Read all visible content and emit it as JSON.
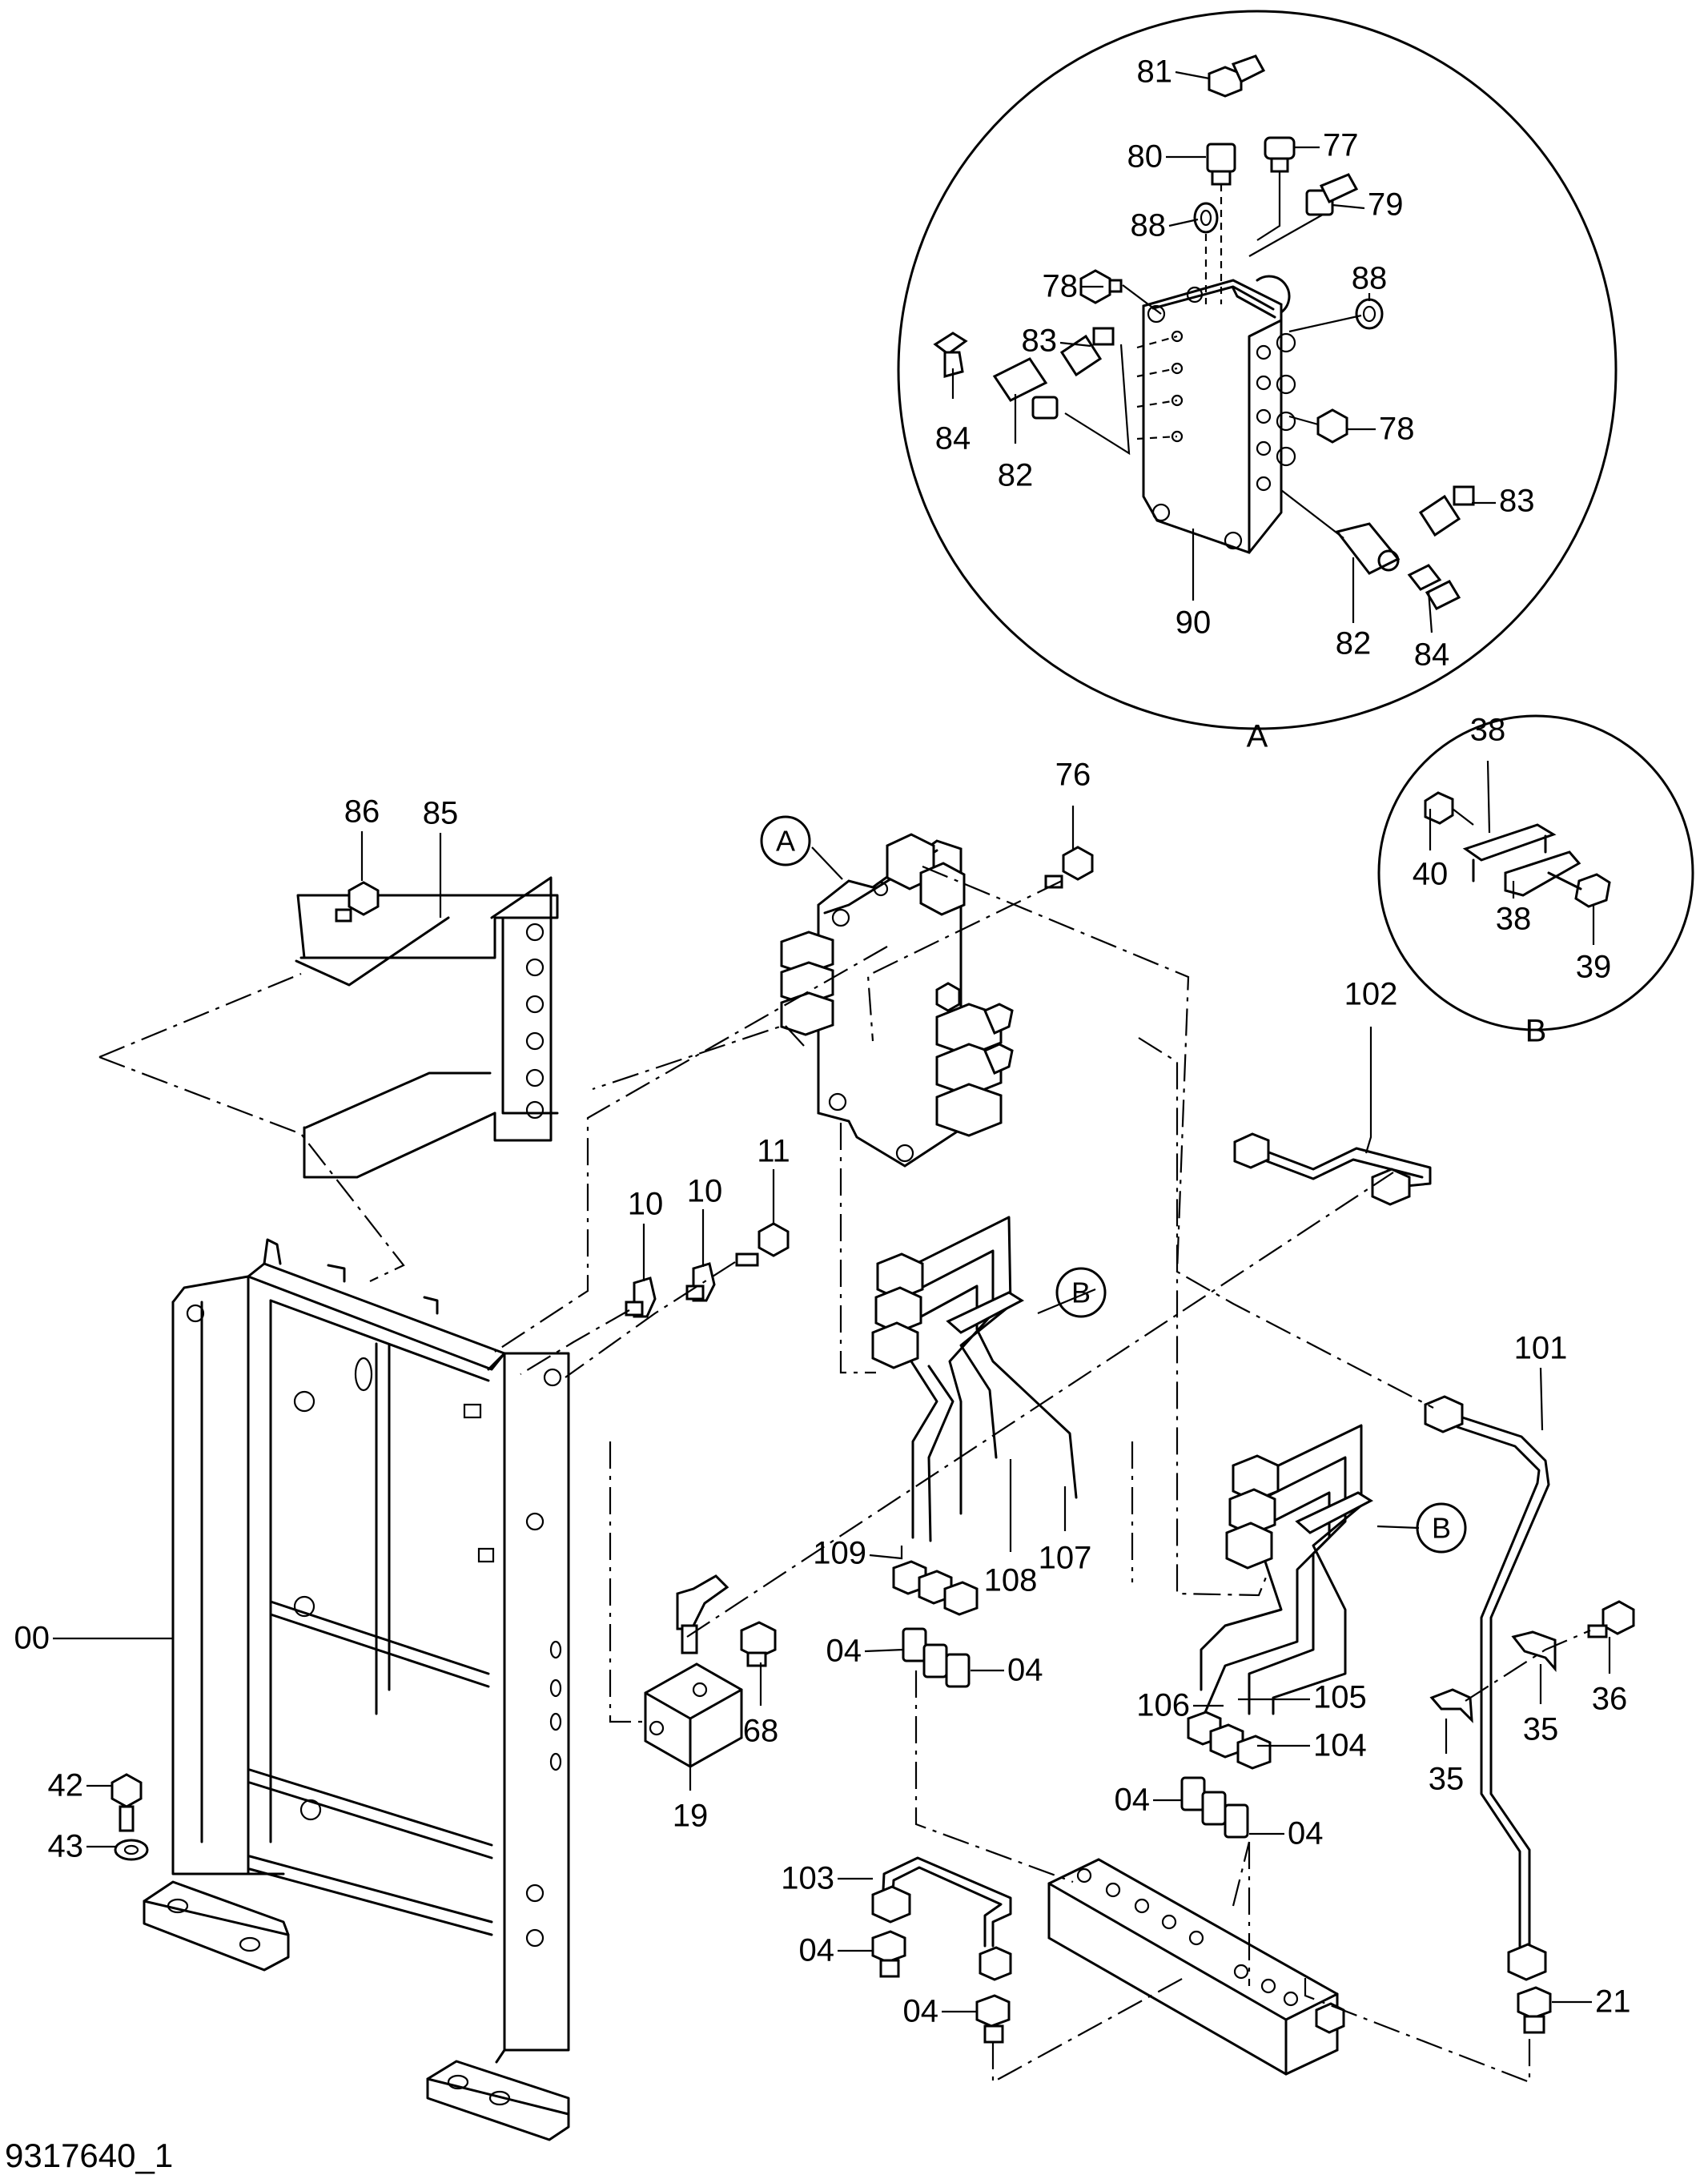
{
  "drawing_number": "9317640_1",
  "detail_views": [
    {
      "id": "A",
      "label": "A"
    },
    {
      "id": "B",
      "label": "B"
    }
  ],
  "callouts": [
    {
      "id": "callout-a",
      "label": "A"
    },
    {
      "id": "callout-b1",
      "label": "B"
    },
    {
      "id": "callout-b2",
      "label": "B"
    }
  ],
  "labels": [
    {
      "id": "l81",
      "text": "81"
    },
    {
      "id": "l80",
      "text": "80"
    },
    {
      "id": "l77",
      "text": "77"
    },
    {
      "id": "l88a",
      "text": "88"
    },
    {
      "id": "l79",
      "text": "79"
    },
    {
      "id": "l78a",
      "text": "78"
    },
    {
      "id": "l88b",
      "text": "88"
    },
    {
      "id": "l83a",
      "text": "83"
    },
    {
      "id": "l84a",
      "text": "84"
    },
    {
      "id": "l82a",
      "text": "82"
    },
    {
      "id": "l78b",
      "text": "78"
    },
    {
      "id": "l83b",
      "text": "83"
    },
    {
      "id": "l90",
      "text": "90"
    },
    {
      "id": "l82b",
      "text": "82"
    },
    {
      "id": "l84b",
      "text": "84"
    },
    {
      "id": "l38a",
      "text": "38"
    },
    {
      "id": "l40",
      "text": "40"
    },
    {
      "id": "l38b",
      "text": "38"
    },
    {
      "id": "l39",
      "text": "39"
    },
    {
      "id": "l86",
      "text": "86"
    },
    {
      "id": "l85",
      "text": "85"
    },
    {
      "id": "l76",
      "text": "76"
    },
    {
      "id": "l102",
      "text": "102"
    },
    {
      "id": "l10a",
      "text": "10"
    },
    {
      "id": "l10b",
      "text": "10"
    },
    {
      "id": "l11",
      "text": "11"
    },
    {
      "id": "l101",
      "text": "101"
    },
    {
      "id": "l109",
      "text": "109"
    },
    {
      "id": "l108",
      "text": "108"
    },
    {
      "id": "l107",
      "text": "107"
    },
    {
      "id": "l00",
      "text": "00"
    },
    {
      "id": "l04a",
      "text": "04"
    },
    {
      "id": "l04b",
      "text": "04"
    },
    {
      "id": "l68",
      "text": "68"
    },
    {
      "id": "l19",
      "text": "19"
    },
    {
      "id": "l36",
      "text": "36"
    },
    {
      "id": "l35a",
      "text": "35"
    },
    {
      "id": "l35b",
      "text": "35"
    },
    {
      "id": "l106",
      "text": "106"
    },
    {
      "id": "l105",
      "text": "105"
    },
    {
      "id": "l104",
      "text": "104"
    },
    {
      "id": "l42",
      "text": "42"
    },
    {
      "id": "l43",
      "text": "43"
    },
    {
      "id": "l04c",
      "text": "04"
    },
    {
      "id": "l04d",
      "text": "04"
    },
    {
      "id": "l103",
      "text": "103"
    },
    {
      "id": "l04e",
      "text": "04"
    },
    {
      "id": "l04f",
      "text": "04"
    },
    {
      "id": "l21",
      "text": "21"
    }
  ]
}
